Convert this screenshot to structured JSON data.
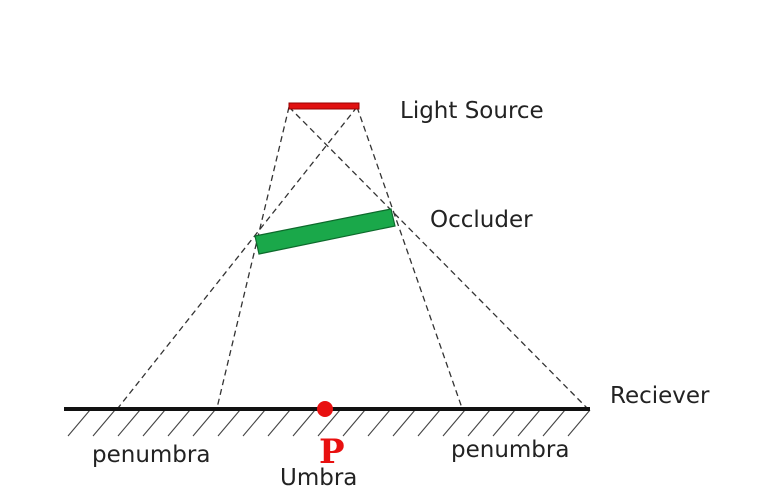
{
  "labels": {
    "light_source": "Light Source",
    "occluder": "Occluder",
    "receiver": "Reciever",
    "penumbra_left": "penumbra",
    "penumbra_right": "penumbra",
    "umbra": "Umbra",
    "point": "P"
  },
  "colors": {
    "light_source": "#e01010",
    "occluder_fill": "#1aa84a",
    "occluder_stroke": "#0d6a2c",
    "point": "#e81010",
    "lines": "#333333",
    "ground": "#111111"
  }
}
